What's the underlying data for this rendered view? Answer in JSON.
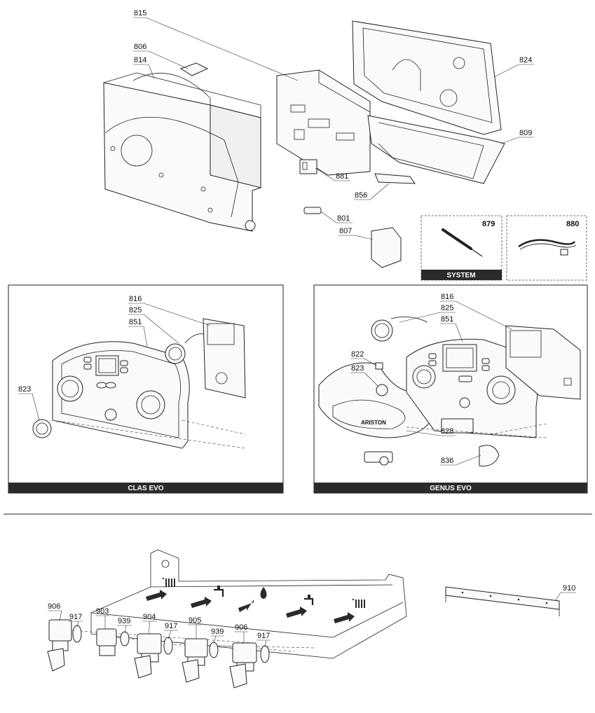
{
  "labels": {
    "l815": "815",
    "l806": "806",
    "l814": "814",
    "l824": "824",
    "l809": "809",
    "l881": "881",
    "l856": "856",
    "l801": "801",
    "l807": "807",
    "l879": "879",
    "l880": "880",
    "l816a": "816",
    "l825a": "825",
    "l851a": "851",
    "l823a": "823",
    "l816b": "816",
    "l825b": "825",
    "l851b": "851",
    "l822": "822",
    "l823b": "823",
    "l828": "828",
    "l836": "836",
    "l906a": "906",
    "l917a": "917",
    "l903": "903",
    "l939a": "939",
    "l904": "904",
    "l917b": "917",
    "l905": "905",
    "l939b": "939",
    "l906b": "906",
    "l917c": "917",
    "l910": "910"
  },
  "panels": {
    "system": "SYSTEM",
    "clas": "CLAS EVO",
    "genus": "GENUS EVO"
  },
  "brand": "ARISTON",
  "icons": [
    "radiator-heating-icon",
    "hot-water-tap-icon",
    "gas-flame-icon",
    "cold-water-tap-icon",
    "radiator-return-icon"
  ]
}
